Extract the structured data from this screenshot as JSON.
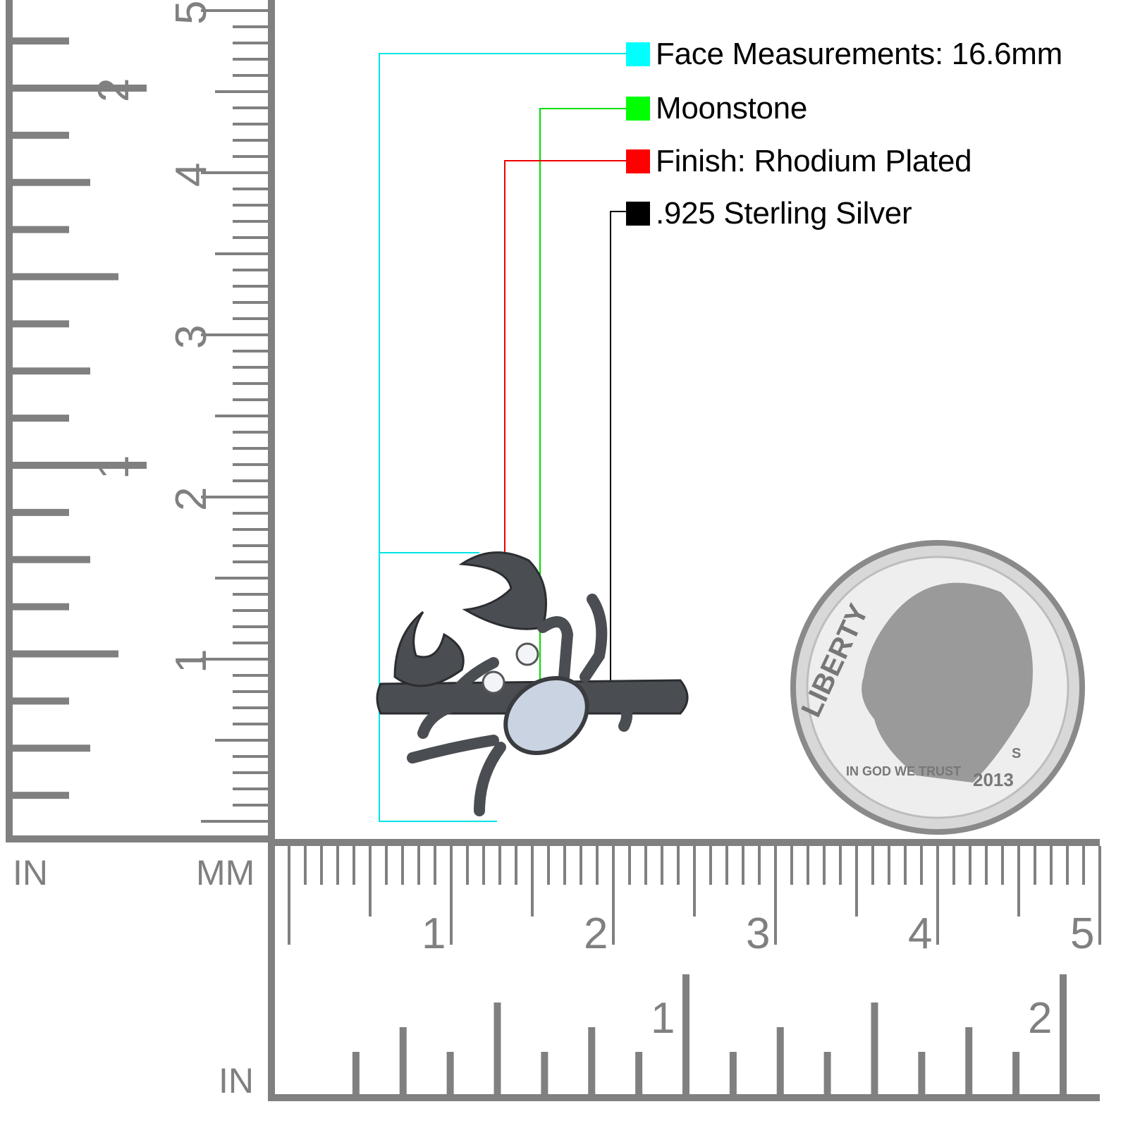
{
  "legend": [
    {
      "label": "Face Measurements: 16.6mm",
      "color": "#00ffff"
    },
    {
      "label": "Moonstone",
      "color": "#00ff00"
    },
    {
      "label": "Finish: Rhodium Plated",
      "color": "#ff0000"
    },
    {
      "label": ".925 Sterling Silver",
      "color": "#000000"
    }
  ],
  "rulers": {
    "left_in_label": "IN",
    "left_mm_label": "MM",
    "bottom_in_label": "IN",
    "mm_numbers": [
      "1",
      "2",
      "3",
      "4",
      "5"
    ],
    "in_numbers": [
      "1",
      "2"
    ]
  },
  "coin": {
    "motto_1": "LIBERTY",
    "motto_2": "IN GOD WE TRUST",
    "year": "2013",
    "mint": "S"
  },
  "colors": {
    "ruler": "#808080",
    "metal": "#4a4d52",
    "stone": "#c9d3e2"
  }
}
